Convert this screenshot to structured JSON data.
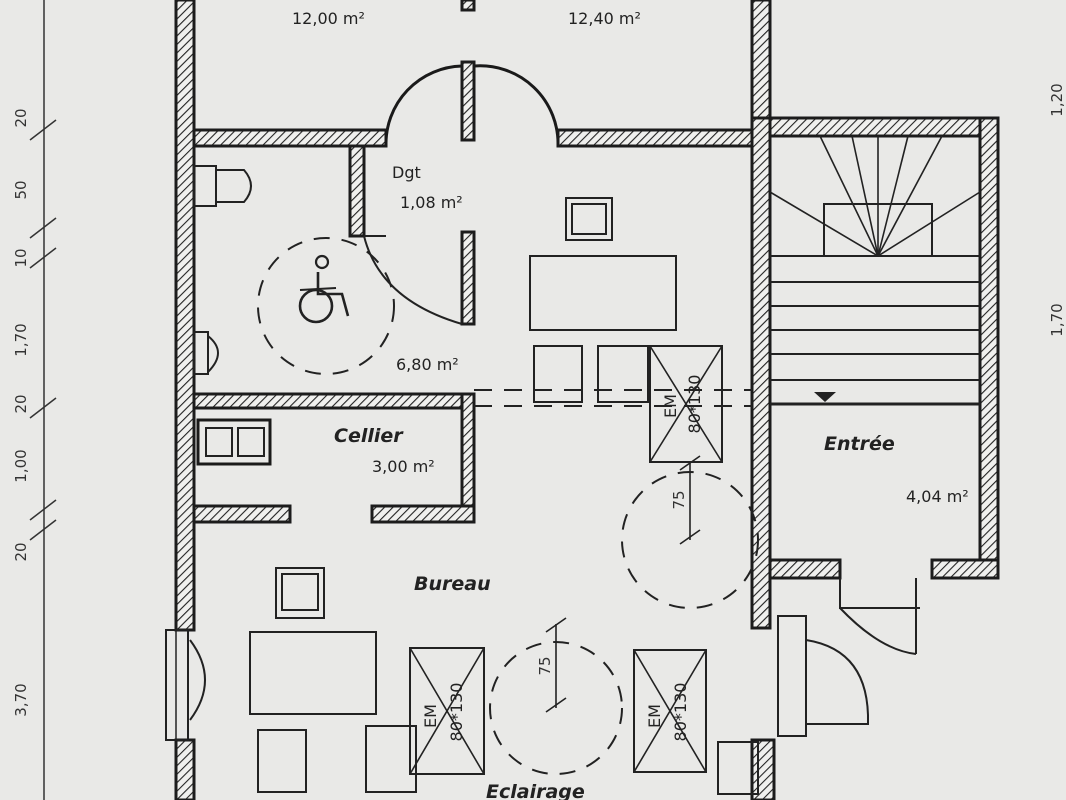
{
  "plan": {
    "rooms": {
      "top_left": {
        "area": "12,00 m²"
      },
      "top_right": {
        "area": "12,40 m²"
      },
      "dgt": {
        "name": "Dgt",
        "area": "1,08 m²"
      },
      "wc": {
        "area": "6,80 m²"
      },
      "cellier": {
        "name": "Cellier",
        "area": "3,00 m²"
      },
      "entree": {
        "name": "Entrée",
        "area": "4,04 m²"
      },
      "bureau": {
        "name": "Bureau"
      },
      "eclairage": {
        "name": "Eclairage"
      }
    },
    "fixtures": {
      "em_label": "EM",
      "em_size": "80*130",
      "clearance": "75"
    },
    "left_dims": [
      "20",
      "50",
      "10",
      "1,70",
      "20",
      "1,00",
      "20",
      "3,70"
    ],
    "right_dims": [
      "1,20",
      "1,70"
    ]
  }
}
